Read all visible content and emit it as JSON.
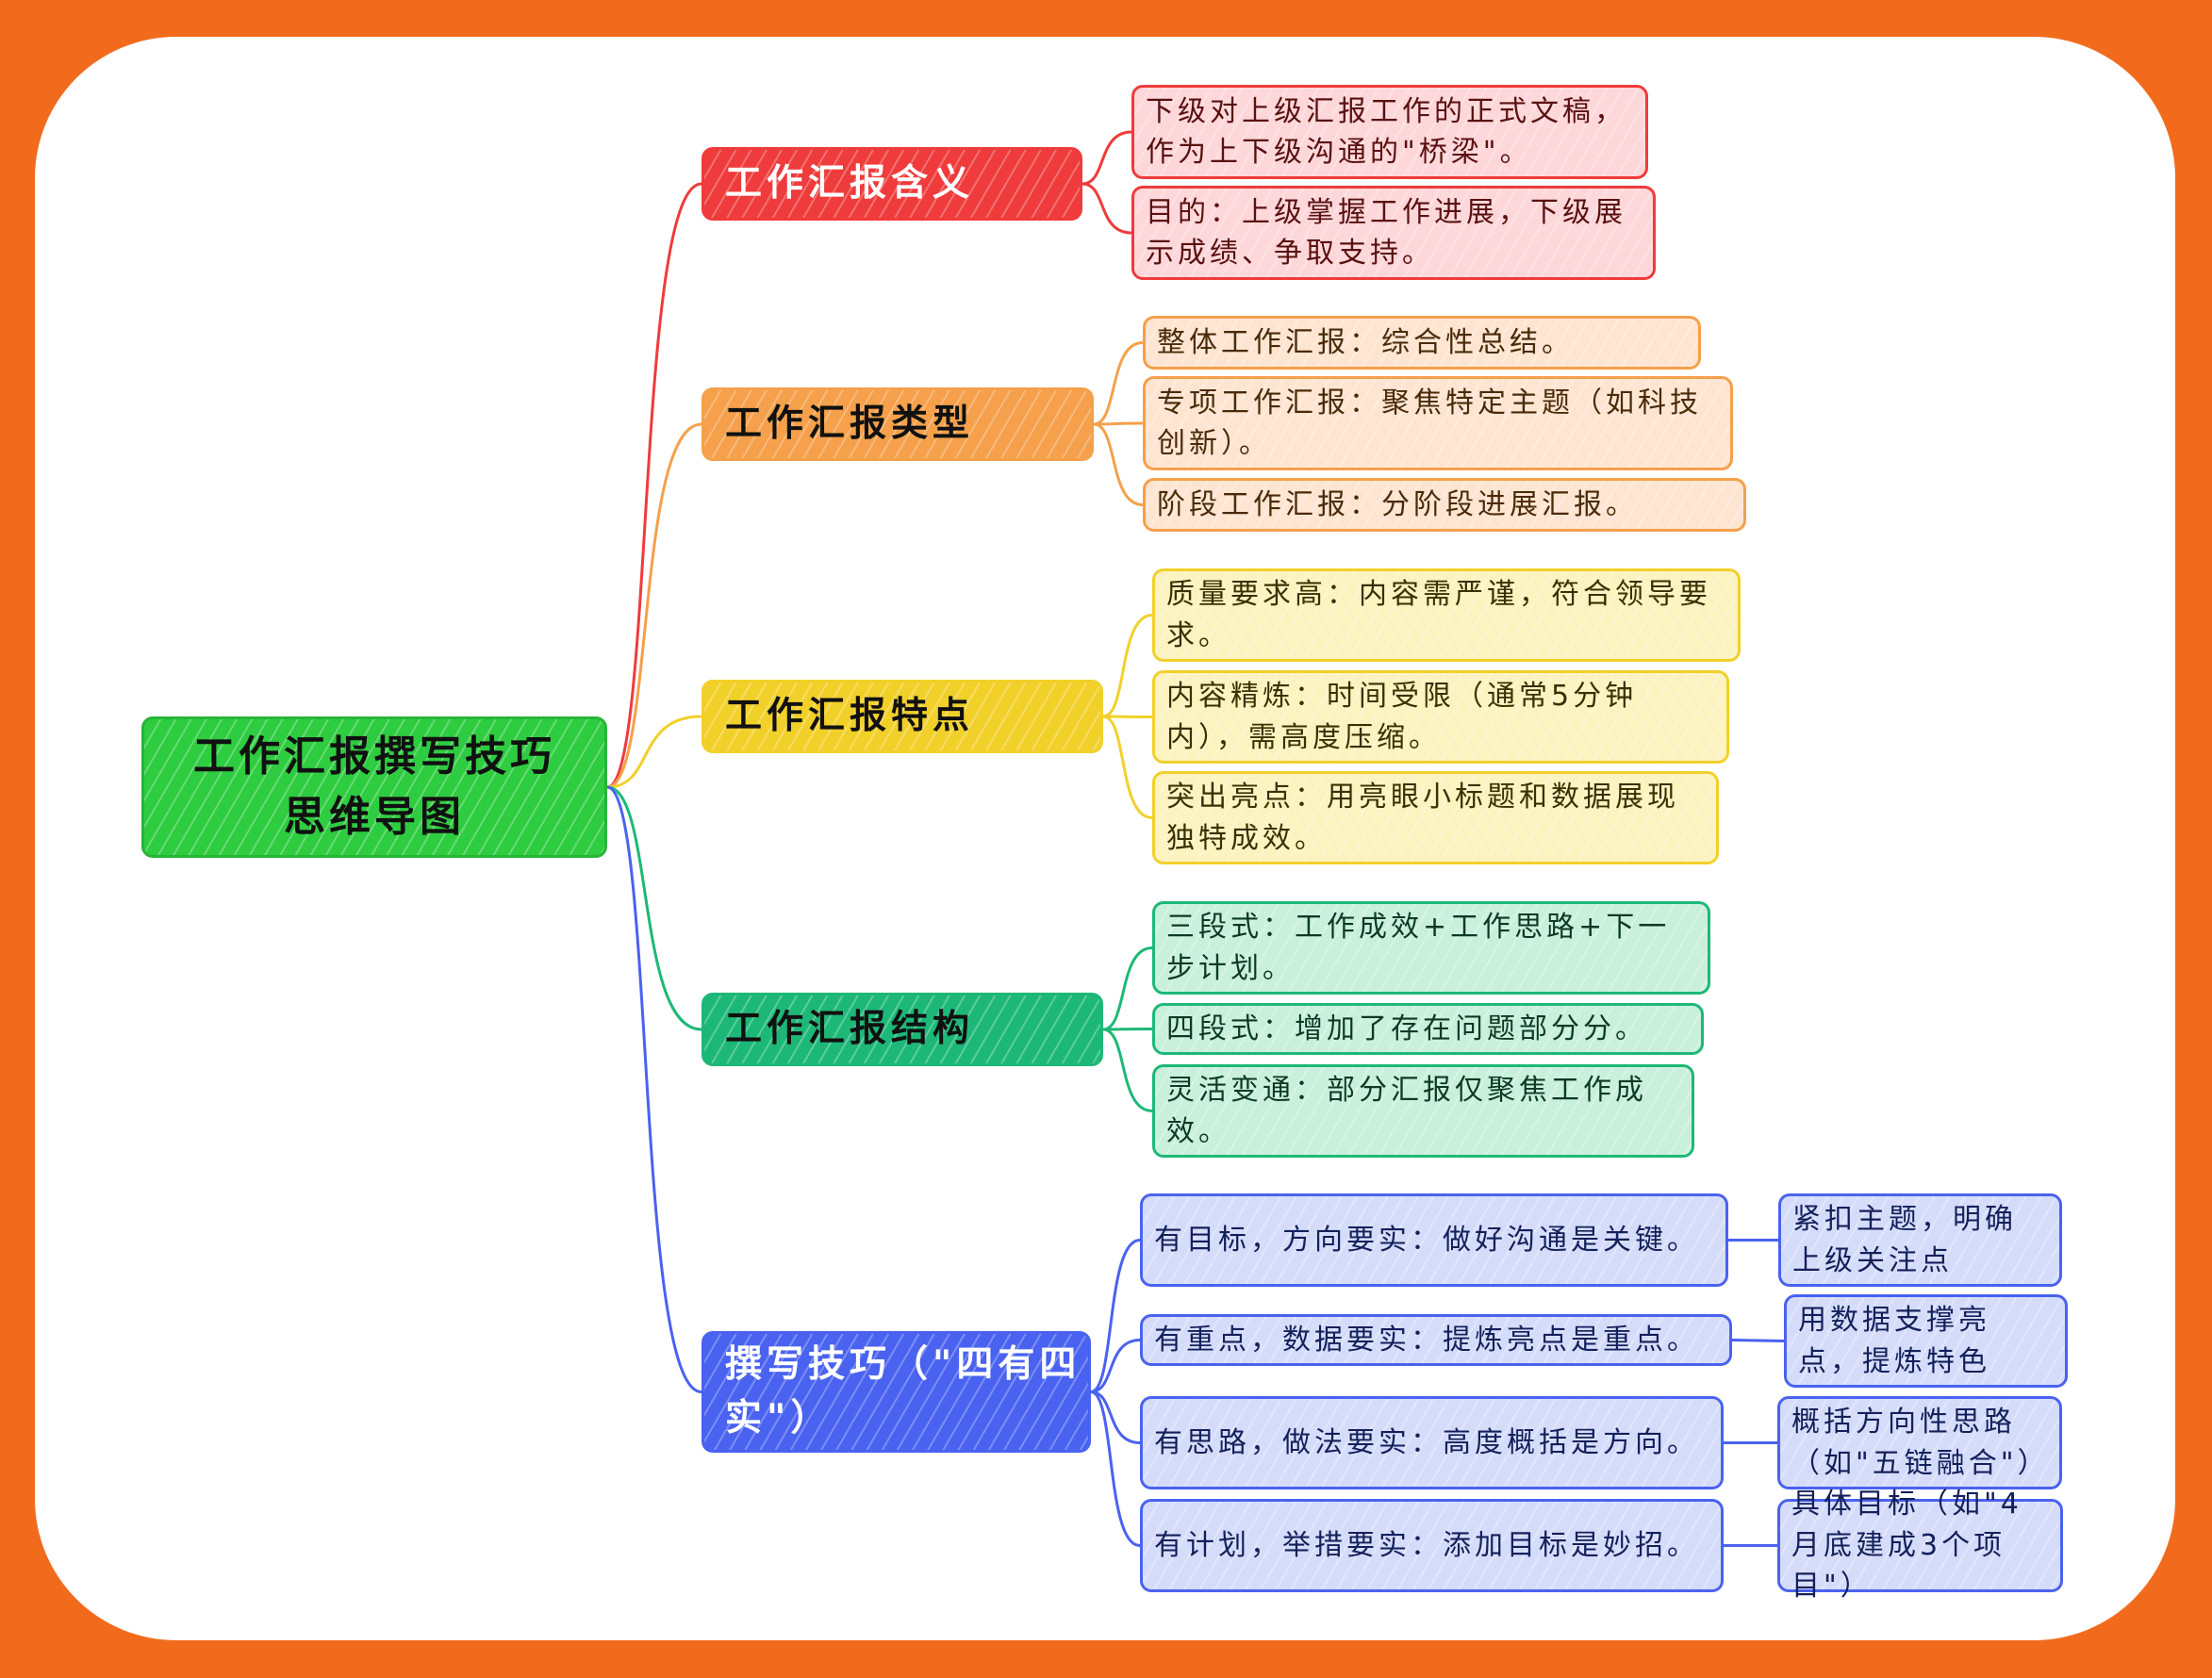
{
  "root": {
    "label": "工作汇报撰写技巧\n思维导图"
  },
  "colors": {
    "background": "#f26b1d",
    "red": "#ef3b3b",
    "orange": "#f5a04a",
    "yellow": "#f2d02a",
    "teal": "#1db877",
    "blue": "#4a62f0",
    "root": "#2ecc40"
  },
  "branches": [
    {
      "label": "工作汇报含义",
      "leaves": [
        "下级对上级汇报工作的正式文稿，作为上下级沟通的\"桥梁\"。",
        "目的：上级掌握工作进展，下级展示成绩、争取支持。"
      ]
    },
    {
      "label": "工作汇报类型",
      "leaves": [
        "整体工作汇报：综合性总结。",
        "专项工作汇报：聚焦特定主题（如科技创新）。",
        "阶段工作汇报：分阶段进展汇报。"
      ]
    },
    {
      "label": "工作汇报特点",
      "leaves": [
        "质量要求高：内容需严谨，符合领导要求。",
        "内容精炼：时间受限（通常5分钟内），需高度压缩。",
        "突出亮点：用亮眼小标题和数据展现独特成效。"
      ]
    },
    {
      "label": "工作汇报结构",
      "leaves": [
        "三段式：工作成效+工作思路+下一步计划。",
        "四段式：增加了存在问题部分分。",
        "灵活变通：部分汇报仅聚焦工作成效。"
      ]
    },
    {
      "label": "撰写技巧（\"四有四实\"）",
      "leaves": [
        "有目标，方向要实：做好沟通是关键。",
        "有重点，数据要实：提炼亮点是重点。",
        "有思路，做法要实：高度概括是方向。",
        "有计划，举措要实：添加目标是妙招。"
      ],
      "subs": [
        "紧扣主题，明确上级关注点",
        "用数据支撑亮点，提炼特色",
        "概括方向性思路（如\"五链融合\"）",
        "具体目标（如\"4月底建成3个项目\"）"
      ]
    }
  ]
}
